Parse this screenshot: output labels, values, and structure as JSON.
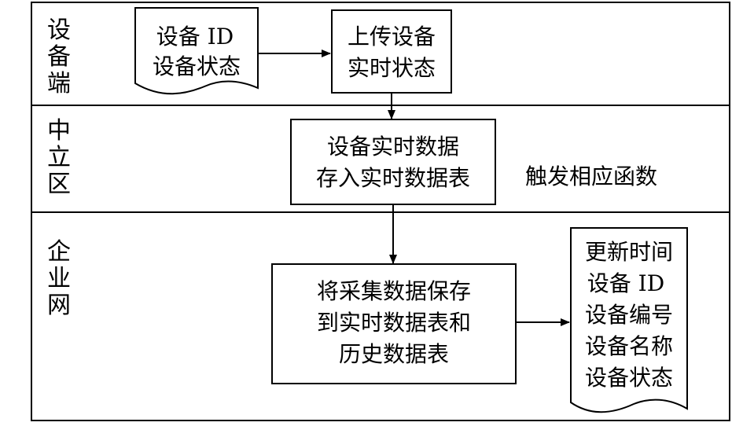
{
  "lanes": [
    {
      "id": "device",
      "label": [
        "设",
        "备",
        "端"
      ]
    },
    {
      "id": "neutral",
      "label": [
        "中",
        "立",
        "区"
      ]
    },
    {
      "id": "enterprise",
      "label": [
        "企",
        "业",
        "网"
      ]
    }
  ],
  "nodes": {
    "device_doc": {
      "shape": "document",
      "lines": [
        "设备 ID",
        "设备状态"
      ]
    },
    "upload": {
      "shape": "process",
      "lines": [
        "上传设备",
        "实时状态"
      ]
    },
    "store_realtime": {
      "shape": "process",
      "lines": [
        "设备实时数据",
        "存入实时数据表"
      ]
    },
    "save_data": {
      "shape": "process",
      "lines": [
        "将采集数据保存",
        "到实时数据表和",
        "历史数据表"
      ]
    },
    "record_doc": {
      "shape": "document",
      "lines": [
        "更新时间",
        "设备 ID",
        "设备编号",
        "设备名称",
        "设备状态"
      ]
    }
  },
  "annotations": {
    "trigger": "触发相应函数"
  },
  "edges": [
    {
      "from": "device_doc",
      "to": "upload"
    },
    {
      "from": "upload",
      "to": "store_realtime"
    },
    {
      "from": "store_realtime",
      "to": "save_data"
    },
    {
      "from": "save_data",
      "to": "record_doc"
    }
  ],
  "colors": {
    "stroke": "#000000",
    "background": "#ffffff"
  }
}
